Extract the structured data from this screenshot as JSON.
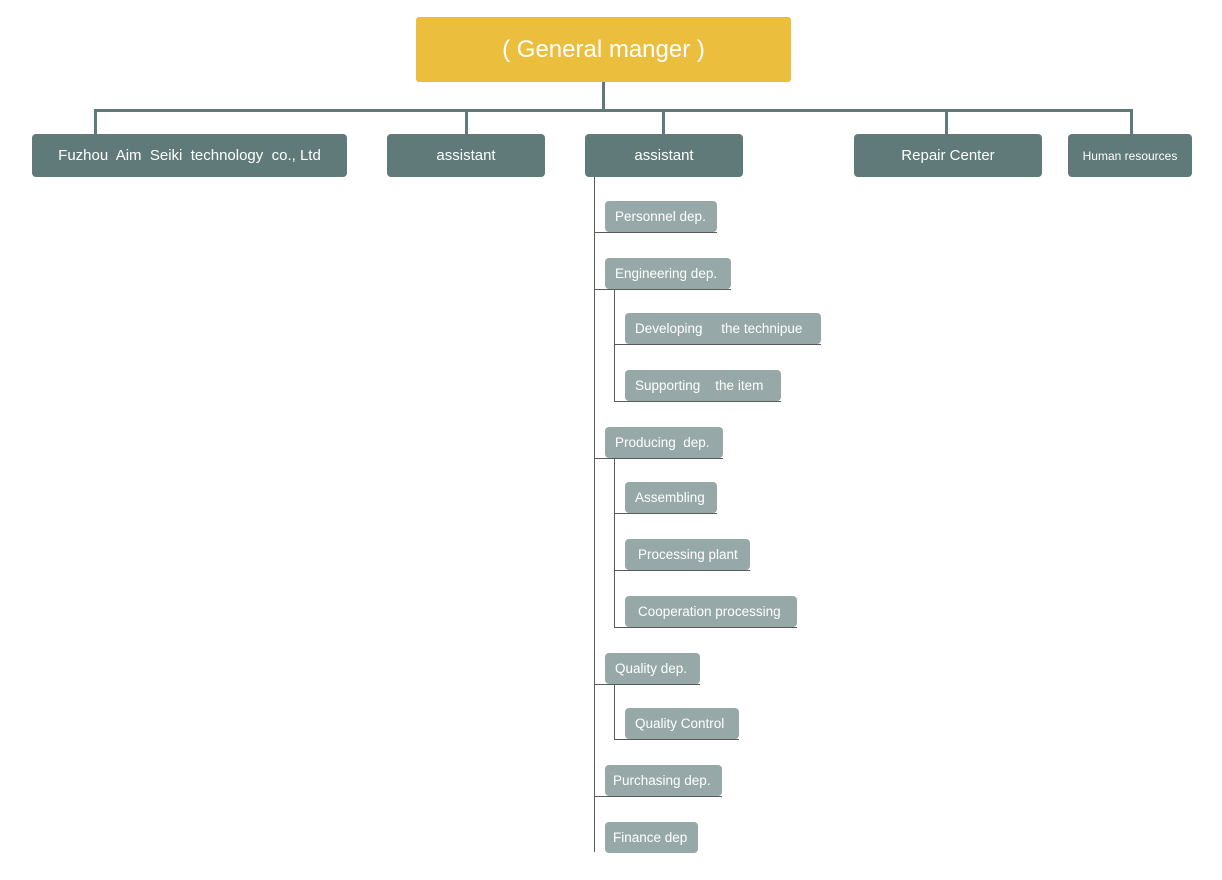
{
  "chart": {
    "root": "( General manger )",
    "level1": [
      "Fuzhou  Aim  Seiki  technology  co., Ltd",
      "assistant",
      "assistant",
      "Repair Center",
      "Human resources"
    ],
    "departments": [
      {
        "label": "Personnel dep.",
        "children": []
      },
      {
        "label": "Engineering dep.",
        "children": [
          "Developing     the technipue",
          "Supporting    the item"
        ]
      },
      {
        "label": "Producing  dep.",
        "children": [
          "Assembling",
          "Processing plant",
          "Cooperation processing"
        ]
      },
      {
        "label": "Quality dep.",
        "children": [
          "Quality Control"
        ]
      },
      {
        "label": "Purchasing dep.",
        "children": []
      },
      {
        "label": "Finance dep",
        "children": []
      }
    ]
  }
}
